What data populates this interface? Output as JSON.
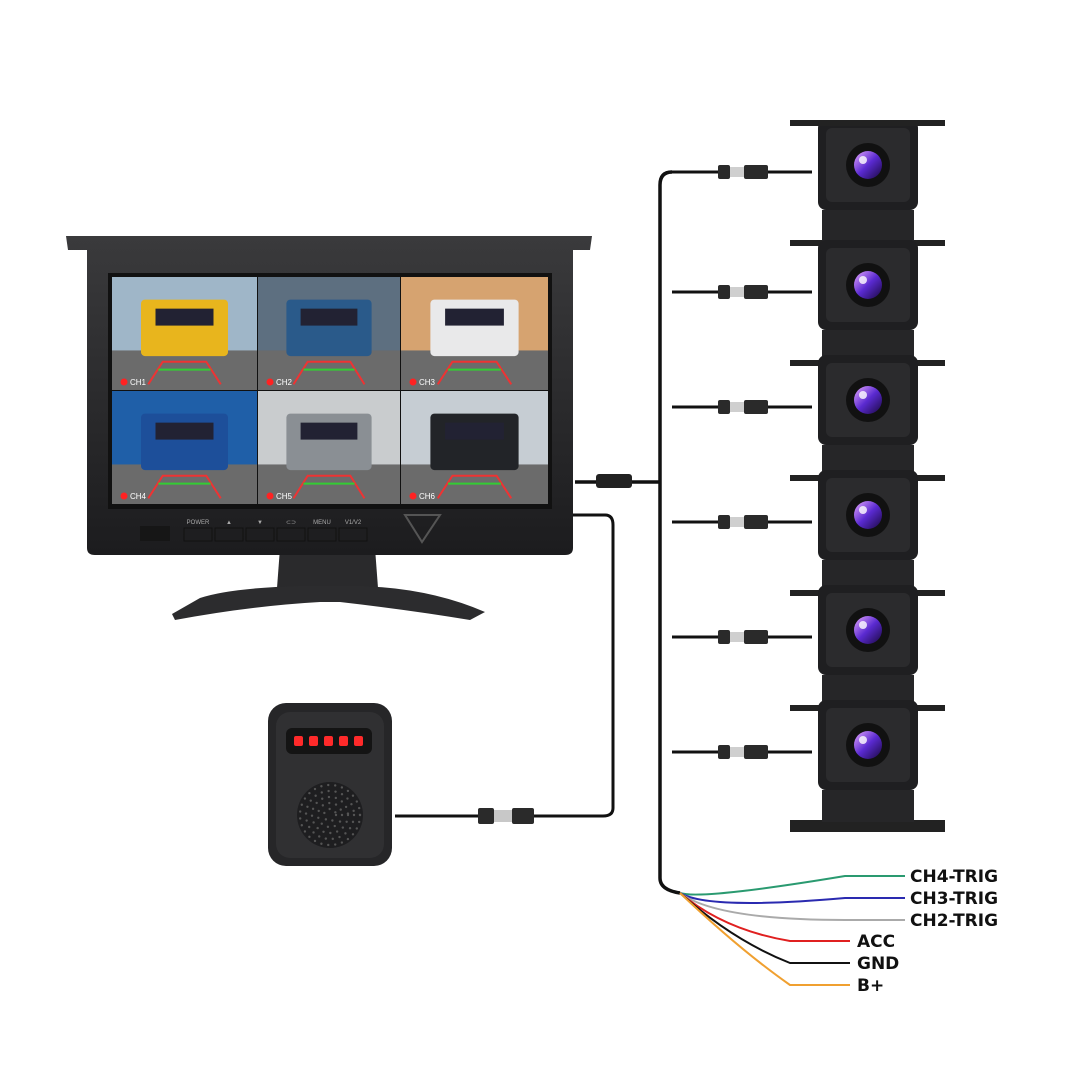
{
  "monitor": {
    "buttons": [
      "POWER",
      "▲",
      "▼",
      "⊂⊃",
      "MENU",
      "V1/V2"
    ],
    "channels": [
      {
        "label": "CH1",
        "sky": "#9fb6c8",
        "truck": "#e8b51d"
      },
      {
        "label": "CH2",
        "sky": "#5d6f80",
        "truck": "#2a5a8a"
      },
      {
        "label": "CH3",
        "sky": "#d6a370",
        "truck": "#e9e9ea"
      },
      {
        "label": "CH4",
        "sky": "#1f5fa8",
        "truck": "#1d4f9a"
      },
      {
        "label": "CH5",
        "sky": "#c9ccce",
        "truck": "#8a8f94"
      },
      {
        "label": "CH6",
        "sky": "#c6cdd3",
        "truck": "#222428"
      }
    ]
  },
  "wires": [
    {
      "label": "CH4-TRIG",
      "color": "#2a9a70"
    },
    {
      "label": "CH3-TRIG",
      "color": "#2a2ab0"
    },
    {
      "label": "CH2-TRIG",
      "color": "#aaaaaa"
    },
    {
      "label": "ACC",
      "color": "#e02020"
    },
    {
      "label": "GND",
      "color": "#111111"
    },
    {
      "label": "B+",
      "color": "#f0a030"
    }
  ],
  "cameras": 6,
  "buzzer": {
    "led_color": "#ff2a2a",
    "led_count": 5
  }
}
